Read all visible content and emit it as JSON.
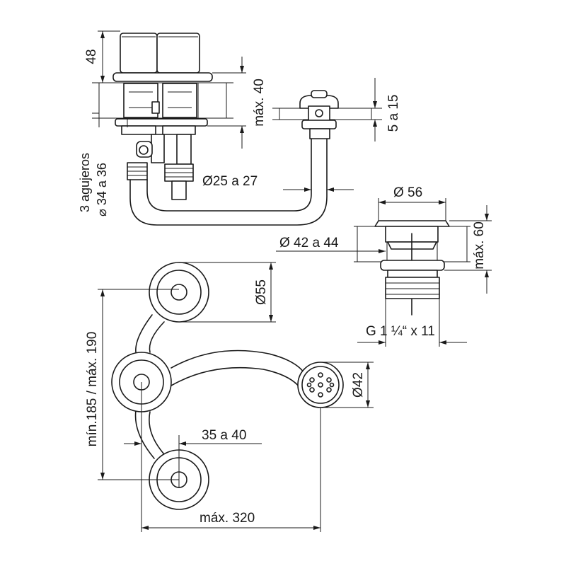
{
  "labels": {
    "knob_height": "48",
    "max_40": "máx. 40",
    "deck_5_15": "5 a 15",
    "holes_count": "3 agujeros",
    "holes_diameter": "⌀ 34 a 36",
    "pipe_diameter": "Ø25 a 27",
    "drain_top_diameter": "Ø 56",
    "drain_max_60": "máx. 60",
    "drain_hole_diameter": "Ø 42 a 44",
    "drain_thread": "G 1 ¼“ x 11",
    "handle_diameter": "Ø55",
    "spout_diameter": "Ø42",
    "spacing_vertical": "mín.185 / máx. 190",
    "offset_35_40": "35 a 40",
    "max_320": "máx. 320"
  }
}
